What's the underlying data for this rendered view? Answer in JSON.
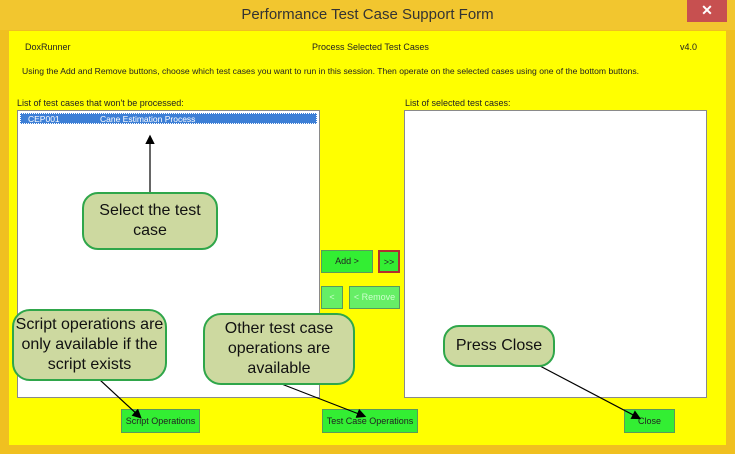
{
  "window": {
    "title": "Performance Test Case Support Form",
    "close_glyph": "✕"
  },
  "header": {
    "app_name": "DoxRunner",
    "section_title": "Process Selected Test Cases",
    "version": "v4.0",
    "instructions": "Using the Add and Remove buttons, choose which test cases you want to run in this session. Then operate on the selected cases using one of the bottom buttons."
  },
  "left_list": {
    "label": "List of test cases that won't be processed:",
    "items": [
      {
        "id": "CEP001",
        "name": "Cane Estimation Process",
        "selected": true
      }
    ]
  },
  "right_list": {
    "label": "List of selected test cases:"
  },
  "buttons": {
    "add": "Add >",
    "add_all": ">>",
    "remove_one": "<",
    "remove": "< Remove",
    "script_ops": "Script Operations",
    "test_case_ops": "Test Case Operations",
    "close": "Close"
  },
  "callouts": {
    "select": "Select the test case",
    "script": "Script operations are only available if the script exists",
    "other": "Other test case operations are available",
    "press_close": "Press Close"
  },
  "colors": {
    "form_bg": "#ffff00",
    "button_green": "#33ee33",
    "callout_fill": "#cdd9a0",
    "callout_border": "#2fa64a",
    "title_close": "#c75050"
  }
}
